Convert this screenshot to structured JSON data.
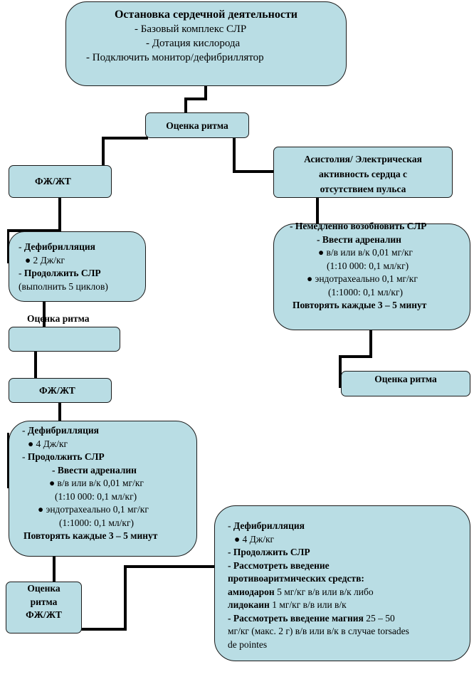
{
  "top": {
    "title": "Остановка сердечной  деятельности",
    "items": [
      "- Базовый комплекс СЛР",
      "- Дотация кислорода",
      "- Подключить монитор/дефибриллятор"
    ]
  },
  "rhythm1": "Оценка ритма",
  "asystole": [
    "Асистолия/ Электрическая",
    "активность  сердца с",
    "отсутствием пульса"
  ],
  "vfvt1": "ФЖ/ЖТ",
  "defib1": {
    "l1_prefix": "- ",
    "l1": "Дефибрилляция",
    "l2": "● 2 Дж/кг",
    "l3_prefix": "- ",
    "l3": "Продолжить СЛР",
    "l4": "(выполнить 5 циклов)"
  },
  "adrenaline1": {
    "l1": "- Немедленно возобновить СЛР",
    "l2": "- Ввести адреналин",
    "l3": "● в/в или в/к 0,01 мг/кг",
    "l4": "(1:10 000: 0,1 мл/кг)",
    "l5": "● эндотрахеально 0,1 мг/кг",
    "l6": "(1:1000: 0,1 мл/кг)",
    "l7": "Повторять каждые 3 – 5 минут"
  },
  "rhythm2": "Оценка ритма",
  "rhythm3": "Оценка ритма",
  "vfvt2": "ФЖ/ЖТ",
  "defib2": {
    "l1_prefix": "- ",
    "l1": "Дефибрилляция",
    "l2": "● 4 Дж/кг",
    "l3_prefix": "- ",
    "l3": "Продолжить СЛР",
    "l4": "-  Ввести адреналин",
    "l5": "● в/в или в/к 0,01 мг/кг",
    "l6": "(1:10 000: 0,1 мл/кг)",
    "l7": "● эндотрахеально 0,1 мг/кг",
    "l8": "(1:1000: 0,1 мл/кг)",
    "l9": "Повторять каждые 3 – 5 минут"
  },
  "rhythm4": [
    "Оценка",
    "ритма",
    "ФЖ/ЖТ"
  ],
  "antiarrhythmic": {
    "l1_prefix": "- ",
    "l1": "Дефибрилляция",
    "l2": "● 4 Дж/кг",
    "l3": "- Продолжить СЛР",
    "l4": "- Рассмотреть введение",
    "l5": "противоаритмических средств:",
    "l6a": "амиодарон",
    "l6b": " 5 мг/кг в/в или в/к либо",
    "l7a": "лидокаин",
    "l7b": " 1 мг/кг в/в или в/к",
    "l8a": "- Рассмотреть введение магния",
    "l8b": " 25 – 50",
    "l9": "мг/кг (макс. 2 г) в/в или в/к в случае torsades",
    "l10": "de pointes"
  }
}
